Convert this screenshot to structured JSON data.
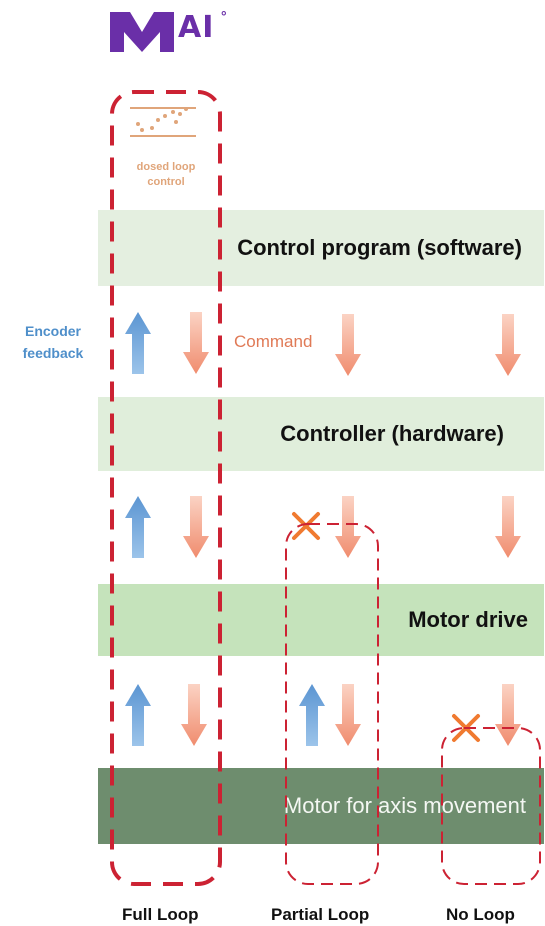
{
  "logo": {
    "letter_mark": "M",
    "text": "AI",
    "degree": "°"
  },
  "closed_loop_label": "dosed loop\ncontrol",
  "layers": {
    "software": "Control program (software)",
    "hardware": "Controller (hardware)",
    "drive": "Motor drive",
    "motor": "Motor for axis movement"
  },
  "encoder_label": "Encoder\nfeedback",
  "command_label": "Command",
  "loops": {
    "full": "Full Loop",
    "partial": "Partial Loop",
    "none": "No Loop"
  },
  "colors": {
    "brand_purple": "#6a2fa8",
    "feedback_arrow": "#6fa6dc",
    "command_arrow": "#f08c6e",
    "dashed_loop": "#cc2233",
    "cross": "#f07a30"
  }
}
